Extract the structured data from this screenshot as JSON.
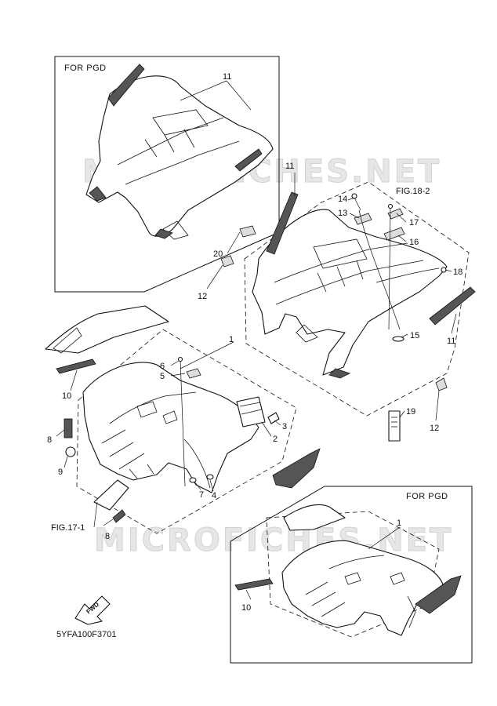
{
  "watermark": "MICROFICHES.NET",
  "boxes": {
    "top_pgd_label": "FOR  PGD",
    "bottom_pgd_label": "FOR  PGD"
  },
  "references": {
    "fig_18_2": "FIG.18-2",
    "fig_17_1": "FIG.17-1"
  },
  "fwd_label": "FWD",
  "diagram_code": "5YFA100F3701",
  "callouts": {
    "c11_top": "11",
    "c11_mid": "11",
    "c11_right": "11",
    "c14": "14",
    "c13": "13",
    "c17": "17",
    "c16": "16",
    "c18": "18",
    "c20": "20",
    "c12_left": "12",
    "c12_right": "12",
    "c15": "15",
    "c19": "19",
    "c1_main": "1",
    "c1_pgd": "1",
    "c6": "6",
    "c5": "5",
    "c3": "3",
    "c2": "2",
    "c10_main": "10",
    "c10_pgd": "10",
    "c8_upper": "8",
    "c8_lower": "8",
    "c9": "9",
    "c7": "7",
    "c4": "4"
  }
}
